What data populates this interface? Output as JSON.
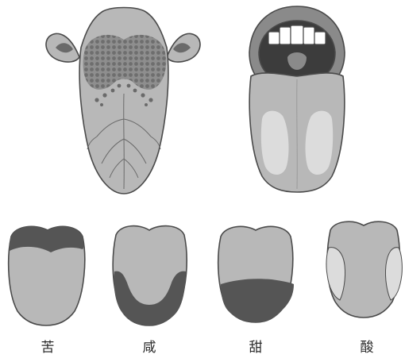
{
  "labels": {
    "bitter": "苦",
    "salty": "咸",
    "sweet": "甜",
    "sour": "酸"
  },
  "colors": {
    "outline": "#4a4a4a",
    "tongue_fill": "#b8b8b8",
    "dark_region": "#555555",
    "taste_buds": "#8a8a8a",
    "light_region": "#dcdcdc",
    "teeth": "#ffffff",
    "mouth_inner": "#3c3c3c"
  }
}
